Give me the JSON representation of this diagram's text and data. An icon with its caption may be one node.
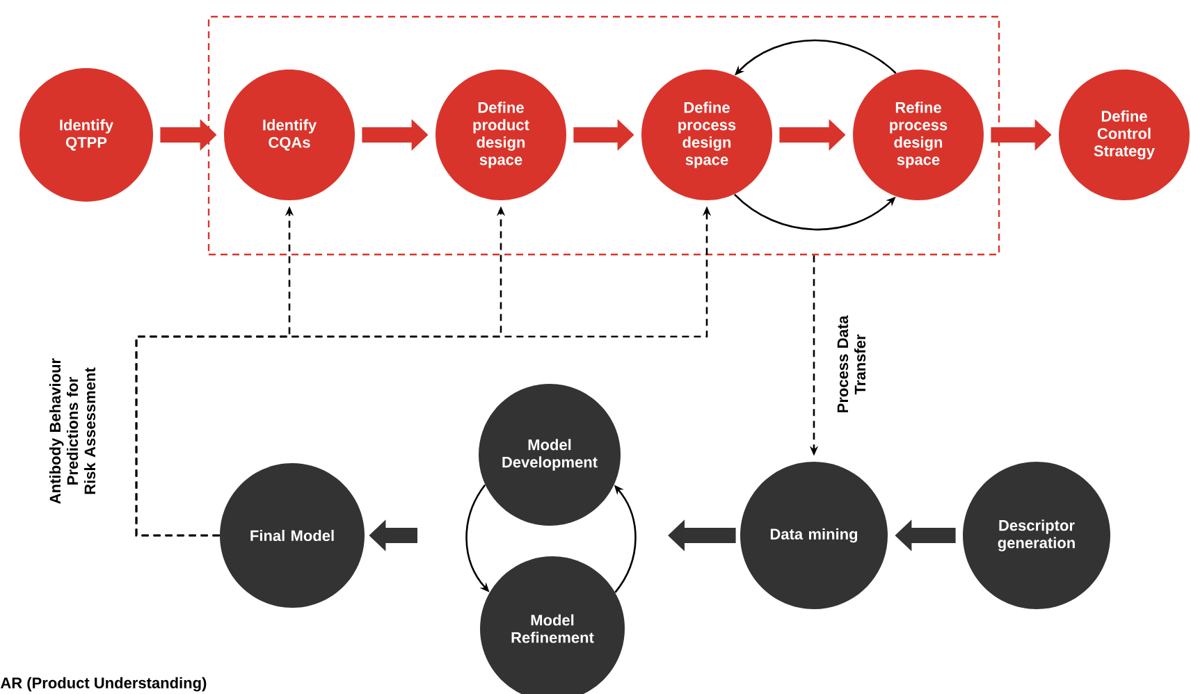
{
  "diagram": {
    "nodes": [
      {
        "text": [],
        "shape": "box"
      },
      {
        "text": [
          "Identify QTPP"
        ]
      },
      {
        "text": [
          "Identify CQAs"
        ],
        "in": 0
      },
      {
        "text": [
          "Define product design space"
        ],
        "in": 0
      },
      {
        "text": [
          "Define process design space"
        ],
        "in": 0
      },
      {
        "text": [
          "Refine process design space"
        ],
        "in": 0
      },
      {
        "text": [
          "Define Control Strategy"
        ]
      },
      {
        "text": [
          "Final Model"
        ]
      },
      {
        "text": [
          "Model Development"
        ]
      },
      {
        "text": [
          "Model Refinement"
        ]
      },
      {
        "text": [
          "Data mining"
        ]
      },
      {
        "text": [
          "Descriptor generation"
        ]
      }
    ],
    "edges": [
      {
        "from": 1,
        "to": 2,
        "arrow": "to",
        "style": "thick",
        "color": "#d9342b"
      },
      {
        "from": 2,
        "to": 3,
        "arrow": "to",
        "style": "thick",
        "color": "#d9342b"
      },
      {
        "from": 3,
        "to": 4,
        "arrow": "to",
        "style": "thick",
        "color": "#d9342b"
      },
      {
        "from": 4,
        "to": 5,
        "arrow": "to",
        "style": "thick",
        "color": "#d9342b"
      },
      {
        "from": 5,
        "to": 6,
        "arrow": "to",
        "style": "thick",
        "color": "#d9342b"
      },
      {
        "from": 5,
        "to": 4,
        "arrow": "to"
      },
      {
        "from": 4,
        "to": 5,
        "arrow": "to"
      },
      {
        "from": 0,
        "to": 10,
        "arrow": "to",
        "style": "dashed",
        "label": "Process Data Transfer"
      },
      {
        "from": 7,
        "to": 2,
        "arrow": "to",
        "style": "dashed",
        "label": "Antibody Behaviour Predictions for Risk Assessment"
      },
      {
        "from": 7,
        "to": 3,
        "arrow": "to",
        "style": "dashed"
      },
      {
        "from": 7,
        "to": 4,
        "arrow": "to",
        "style": "dashed"
      },
      {
        "from": 8,
        "to": 9,
        "arrow": "to"
      },
      {
        "from": 9,
        "to": 8,
        "arrow": "to"
      },
      {
        "from": 11,
        "to": 10,
        "arrow": "to",
        "style": "thick",
        "color": "#333333"
      },
      {
        "from": 10,
        "to": null,
        "arrow": "to",
        "style": "thick",
        "color": "#333333"
      },
      {
        "from": null,
        "to": 7,
        "arrow": "to",
        "style": "thick",
        "color": "#333333"
      }
    ],
    "labels": [
      "AR (Product Understanding)"
    ]
  }
}
